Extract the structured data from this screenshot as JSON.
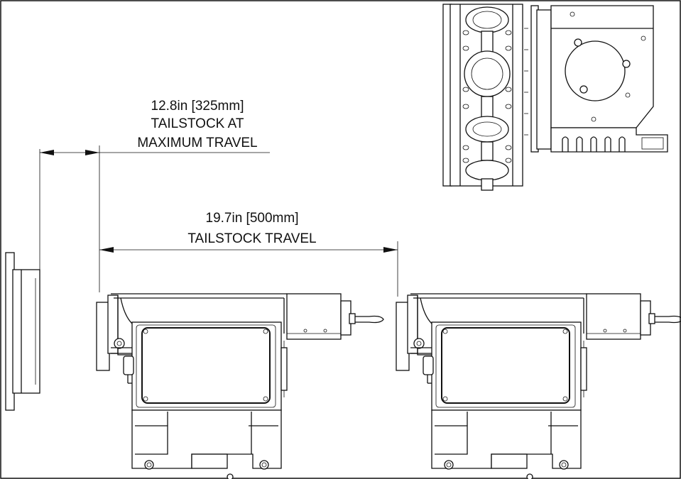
{
  "dimension_1": {
    "line1": "12.8in [325mm]",
    "line2": "TAILSTOCK AT",
    "line3": "MAXIMUM TRAVEL"
  },
  "dimension_2": {
    "line1": "19.7in [500mm]",
    "line2": "TAILSTOCK TRAVEL"
  },
  "colors": {
    "ink": "#111111",
    "paper": "#ffffff"
  }
}
